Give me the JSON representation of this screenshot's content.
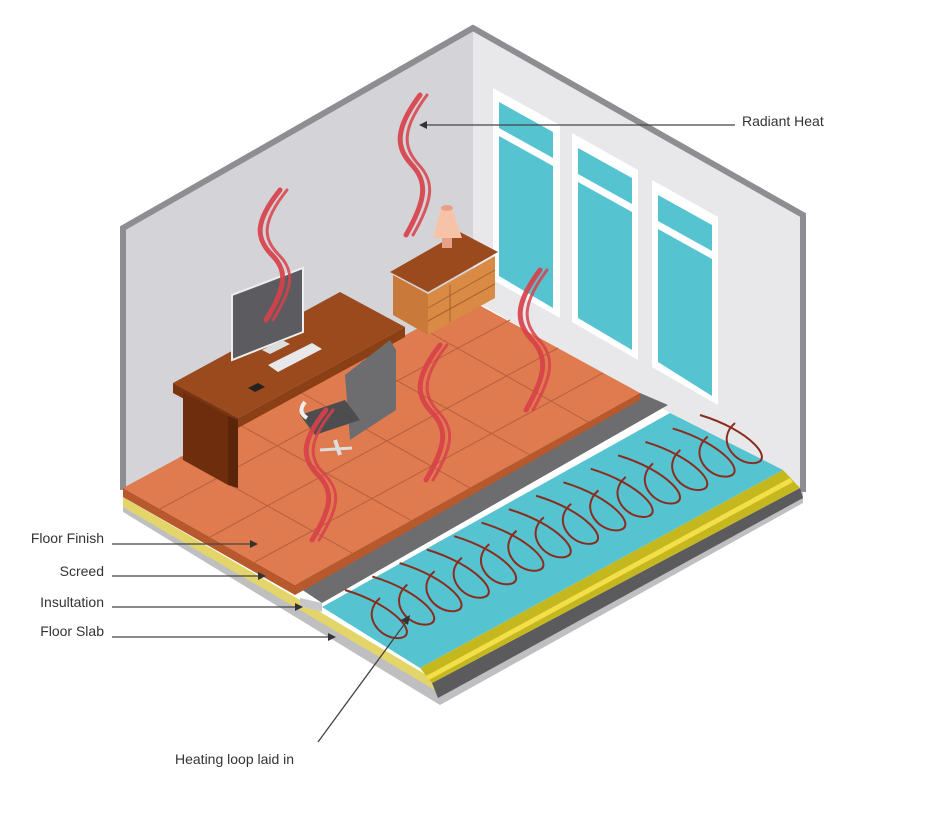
{
  "title": "Underfloor heating diagram",
  "labels": {
    "radiant_heat": "Radiant Heat",
    "floor_finish": "Floor Finish",
    "screed": "Screed",
    "insulation": "Insultation",
    "floor_slab": "Floor Slab",
    "heating_loop": "Heating loop laid in"
  },
  "colors": {
    "wall_left": "#d4d4d8",
    "wall_right": "#e6e6e8",
    "wall_edge": "#8e8e92",
    "floor_finish": "#e07b50",
    "screed": "#6d6d70",
    "insulation": "#56c3d1",
    "yellow_layer": "#c5b81e",
    "slab": "#5b5b5e",
    "heat": "#d8414a",
    "glass": "#56c3d1"
  }
}
